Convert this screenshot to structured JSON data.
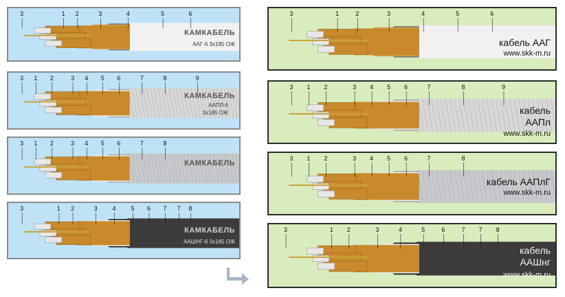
{
  "colors": {
    "left_bg": "#bfe2f7",
    "right_bg": "#d8ecbd",
    "copper": "#c98a2c",
    "aluminium": "#e8e8e8"
  },
  "left_panels": [
    {
      "brand": "КАМКАБЕЛЬ",
      "marking": "ААГ-6 3x185 ОЖ",
      "numbers": [
        "3",
        "1",
        "2",
        "3",
        "4",
        "5",
        "6"
      ]
    },
    {
      "brand": "КАМКАБЕЛЬ",
      "marking_line1": "ААПЛ-6",
      "marking_line2": "3x185 ОЖ",
      "numbers": [
        "3",
        "1",
        "2",
        "3",
        "4",
        "5",
        "6",
        "7",
        "8",
        "9"
      ]
    },
    {
      "brand": "КАМКАБЕЛЬ",
      "numbers": [
        "3",
        "1",
        "2",
        "3",
        "4",
        "5",
        "6",
        "7",
        "8"
      ]
    },
    {
      "brand": "КАМКАБЕЛЬ",
      "marking": "ААШНГ-6 3x185 ОЖ",
      "numbers": [
        "3",
        "1",
        "2",
        "3",
        "4",
        "5",
        "6",
        "7",
        "7",
        "8"
      ]
    }
  ],
  "right_panels": [
    {
      "name": "кабель ААГ",
      "url": "www.skk-m.ru",
      "numbers": [
        "3",
        "1",
        "2",
        "3",
        "4",
        "5",
        "6"
      ]
    },
    {
      "name_line1": "кабель",
      "name_line2": "ААПл",
      "url": "www.skk-m.ru",
      "numbers": [
        "3",
        "1",
        "2",
        "3",
        "4",
        "5",
        "6",
        "7",
        "8",
        "9"
      ]
    },
    {
      "name": "кабель ААПлГ",
      "url": "www.skk-m.ru",
      "numbers": [
        "3",
        "1",
        "2",
        "3",
        "4",
        "5",
        "6",
        "7",
        "8"
      ]
    },
    {
      "name_line1": "кабель",
      "name_line2": "ААШнг",
      "url": "www.skk-m.ru",
      "numbers": [
        "3",
        "1",
        "2",
        "3",
        "4",
        "5",
        "6",
        "7",
        "7",
        "8"
      ]
    }
  ],
  "arrow_icon": "turn-right-arrow-icon"
}
